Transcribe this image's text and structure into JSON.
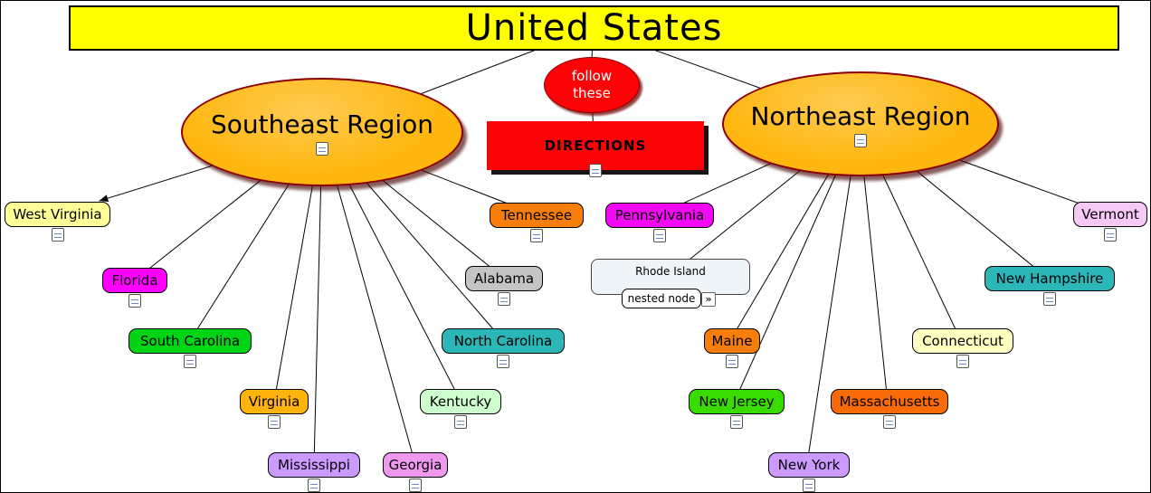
{
  "canvas": {
    "background": "#FFFFFF"
  },
  "accent_colors": {
    "title_fill": "#FFFF00",
    "region_fill": "#FFB70F",
    "region_border": "#8B0000",
    "connector_fill": "#FB0307",
    "edge_color": "#000000"
  },
  "nodes": [
    {
      "id": "title",
      "type": "title",
      "label": "United States",
      "color": "#FFFF00",
      "icon": false
    },
    {
      "id": "follow",
      "type": "connector",
      "label": "follow\nthese",
      "color": "#FB0307",
      "text_color": "#FFFFFF",
      "icon": false
    },
    {
      "id": "directions",
      "type": "box",
      "label": "DIRECTIONS",
      "color": "#FB0307",
      "icon": true
    },
    {
      "id": "se",
      "type": "region",
      "label": "Southeast Region",
      "color": "#FFB70F",
      "icon": true
    },
    {
      "id": "ne",
      "type": "region",
      "label": "Northeast Region",
      "color": "#FFB70F",
      "icon": true
    },
    {
      "id": "westvirginia",
      "type": "state",
      "label": "West Virginia",
      "color": "#FFFF99",
      "icon": true
    },
    {
      "id": "florida",
      "type": "state",
      "label": "Florida",
      "color": "#FF00FF",
      "icon": true
    },
    {
      "id": "southcarolina",
      "type": "state",
      "label": "South Carolina",
      "color": "#00D414",
      "icon": true
    },
    {
      "id": "virginia",
      "type": "state",
      "label": "Virginia",
      "color": "#FFB30D",
      "icon": true
    },
    {
      "id": "mississippi",
      "type": "state",
      "label": "Mississippi",
      "color": "#CC99FF",
      "icon": true
    },
    {
      "id": "georgia",
      "type": "state",
      "label": "Georgia",
      "color": "#EE99EE",
      "icon": true
    },
    {
      "id": "kentucky",
      "type": "state",
      "label": "Kentucky",
      "color": "#CCFFCC",
      "icon": true
    },
    {
      "id": "northcarolina",
      "type": "state",
      "label": "North Carolina",
      "color": "#2BB7B7",
      "icon": true
    },
    {
      "id": "alabama",
      "type": "state",
      "label": "Alabama",
      "color": "#C4C4C4",
      "icon": true
    },
    {
      "id": "tennessee",
      "type": "state",
      "label": "Tennessee",
      "color": "#F87E0C",
      "icon": true
    },
    {
      "id": "pennsylvania",
      "type": "state",
      "label": "Pennsylvania",
      "color": "#F208F2",
      "icon": true
    },
    {
      "id": "rhodeisland",
      "type": "parent",
      "label": "Rhode Island",
      "color": "#EFF4F9",
      "icon": false
    },
    {
      "id": "nestednode",
      "type": "nested",
      "label": "nested node",
      "color": "#FFFFFF",
      "icon": false,
      "expand": "»"
    },
    {
      "id": "maine",
      "type": "state",
      "label": "Maine",
      "color": "#F87E0C",
      "icon": true
    },
    {
      "id": "newjersey",
      "type": "state",
      "label": "New Jersey",
      "color": "#39DC00",
      "icon": true
    },
    {
      "id": "newyork",
      "type": "state",
      "label": "New York",
      "color": "#CC99FF",
      "icon": true
    },
    {
      "id": "massachusetts",
      "type": "state",
      "label": "Massachusetts",
      "color": "#F96B07",
      "icon": true
    },
    {
      "id": "connecticut",
      "type": "state",
      "label": "Connecticut",
      "color": "#FFFFC2",
      "icon": true
    },
    {
      "id": "newhampshire",
      "type": "state",
      "label": "New Hampshire",
      "color": "#2BB7B7",
      "icon": true
    },
    {
      "id": "vermont",
      "type": "state",
      "label": "Vermont",
      "color": "#F6C8F6",
      "icon": true
    }
  ],
  "edges": [
    {
      "from": "title",
      "to": "se"
    },
    {
      "from": "title",
      "to": "follow"
    },
    {
      "from": "title",
      "to": "ne"
    },
    {
      "from": "follow",
      "to": "directions"
    },
    {
      "from": "se",
      "to": "westvirginia",
      "arrow": true
    },
    {
      "from": "se",
      "to": "florida"
    },
    {
      "from": "se",
      "to": "southcarolina"
    },
    {
      "from": "se",
      "to": "virginia"
    },
    {
      "from": "se",
      "to": "mississippi"
    },
    {
      "from": "se",
      "to": "georgia"
    },
    {
      "from": "se",
      "to": "kentucky"
    },
    {
      "from": "se",
      "to": "northcarolina"
    },
    {
      "from": "se",
      "to": "alabama"
    },
    {
      "from": "se",
      "to": "tennessee"
    },
    {
      "from": "ne",
      "to": "pennsylvania"
    },
    {
      "from": "ne",
      "to": "rhodeisland"
    },
    {
      "from": "ne",
      "to": "maine"
    },
    {
      "from": "ne",
      "to": "newjersey"
    },
    {
      "from": "ne",
      "to": "newyork"
    },
    {
      "from": "ne",
      "to": "massachusetts"
    },
    {
      "from": "ne",
      "to": "connecticut"
    },
    {
      "from": "ne",
      "to": "newhampshire"
    },
    {
      "from": "ne",
      "to": "vermont"
    }
  ]
}
